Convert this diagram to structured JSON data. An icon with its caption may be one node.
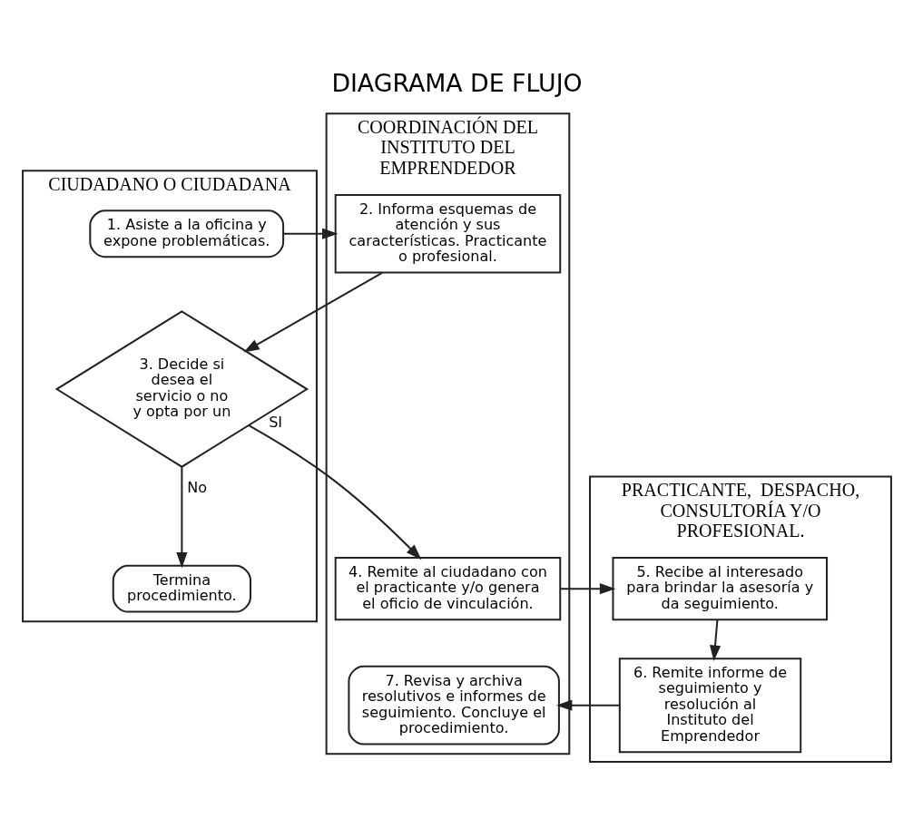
{
  "diagram": {
    "title": "DIAGRAMA DE FLUJO",
    "nodes": [
      {
        "text": [
          "CIUDADANO O CIUDADANA"
        ]
      },
      {
        "text": [
          "COORDINACIÓN DEL INSTITUTO DEL EMPRENDEDOR"
        ]
      },
      {
        "text": [
          "PRACTICANTE,  DESPACHO, CONSULTORÍA Y/O PROFESIONAL."
        ]
      },
      {
        "text": [
          "1. Asiste a la oficina y expone problemáticas."
        ],
        "in": 0
      },
      {
        "text": [
          "2. Informa esquemas de atención y sus características. Practicante o profesional."
        ],
        "in": 1
      },
      {
        "text": [
          "3. Decide si desea el servicio o no y opta por un"
        ],
        "in": 0
      },
      {
        "text": [
          "4. Remite al ciudadano con el practicante y/o genera el oficio de vinculación."
        ],
        "in": 1
      },
      {
        "text": [
          "5. Recibe al interesado para brindar la asesoría y da seguimiento."
        ],
        "in": 2
      },
      {
        "text": [
          "Termina procedimiento."
        ],
        "in": 0
      },
      {
        "text": [
          "6. Remite informe de seguimiento y resolución al Instituto del Emprendedor"
        ],
        "in": 2
      },
      {
        "text": [
          "7. Revisa y archiva resolutivos e informes de seguimiento. Concluye el procedimiento."
        ],
        "in": 1
      }
    ],
    "edges": [
      {
        "from": 3,
        "to": 4,
        "arrow": "to"
      },
      {
        "from": 4,
        "to": 5,
        "arrow": "to"
      },
      {
        "from": 5,
        "to": 8,
        "arrow": "to",
        "label": "No"
      },
      {
        "from": 5,
        "to": 6,
        "arrow": "to",
        "label": "SI"
      },
      {
        "from": 6,
        "to": 7,
        "arrow": "to"
      },
      {
        "from": 7,
        "to": 9,
        "arrow": "to"
      },
      {
        "from": 9,
        "to": 10,
        "arrow": "to"
      }
    ]
  }
}
